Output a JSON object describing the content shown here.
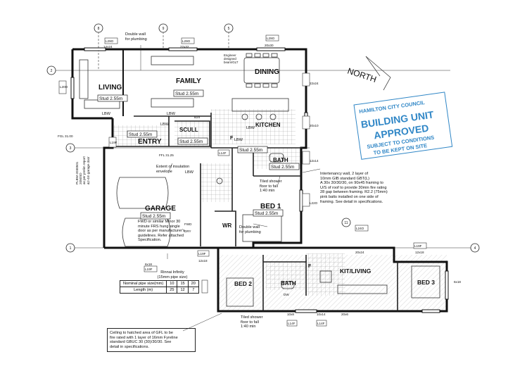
{
  "title": "",
  "compass": {
    "label": "NORTH"
  },
  "stamp": {
    "council": "HAMILTON CITY COUNCIL",
    "line1": "BUILDING UNIT",
    "line2": "APPROVED",
    "cond1": "SUBJECT TO CONDITIONS",
    "cond2": "TO BE KEPT ON SITE"
  },
  "rooms": {
    "living": "LIVING",
    "family": "FAMILY",
    "dining": "DINING",
    "kitchen": "KITCHEN",
    "scull": "SCULL",
    "entry": "ENTRY",
    "garage": "GARAGE",
    "bath_top": "BATH",
    "bed1": "BED 1",
    "wr": "WR",
    "bed2": "BED 2",
    "bath_bottom": "BATH",
    "kit_living": "KIT/LIVING",
    "bed3": "BED 3",
    "f_top": "F",
    "f_bottom": "F"
  },
  "studs": {
    "living": "Stud 2.55m",
    "family": "Stud 2.55m",
    "scull": "Stud 2.55m",
    "entry": "Stud 2.55m",
    "garage": "Stud 2.55m",
    "bath_top": "Stud 2.55m",
    "bed1": "Stud 2.55m",
    "corridor": "Stud 2.55m"
  },
  "labels": {
    "lbw1": "LBW",
    "lbw2": "LBW",
    "lbw3": "LBW",
    "lbw4": "LBW",
    "lbw5": "LBW",
    "lbw6": "LBW",
    "l29o_1": "L29O",
    "l29o_2": "L29O",
    "l29o_3": "L29O",
    "size_14x24": "14x24",
    "size_22x32": "22x32",
    "size_20x30": "20x30",
    "fgl": "FGL 31.00",
    "ffl": "FFL 31.25",
    "b24": "B24",
    "l19f_1": "L19F",
    "l19f_2": "L19F",
    "l19f_3": "L19F",
    "l19f_4": "L19F",
    "l24o": "L24O",
    "size_12x18_a": "12x18",
    "size_12x18_b": "12x18",
    "size_6x18_a": "6x18",
    "size_6x18_b": "6x18",
    "size_10x8": "10x8",
    "size_10x14": "10x14",
    "size_20x24": "20x24",
    "size_20x6": "20x6",
    "l14f_1": "L14F",
    "l14f_2": "L14F",
    "l18f": "L18F",
    "l22o": "L22O",
    "l20o": "L20O",
    "size_20x10": "20x10",
    "size_22x24": "22x24",
    "size_12x14": "12x14",
    "dry": "DRY",
    "fwd": "FWD",
    "dw": "DW",
    "grid_1": "1",
    "grid_2": "2",
    "grid_3": "3",
    "grid_4": "4",
    "grid_5": "5",
    "grid_8": "8",
    "grid_9": "9",
    "grid_11": "11"
  },
  "notes": {
    "double_wall_top": "Double wall\nfor plumbing",
    "engineer": "Engineer designed\nbeam/GLT",
    "insulation": "Extent of insulation\nenvelope",
    "tiled_top": "Tiled shower\nfloor to fall\n1:40 min",
    "double_wall_mid": "Double wall\nfor plumbing",
    "garage_door": "PLBW-2030501\n2050SD\nas per prelim report\n&2-4m garage door",
    "fire_door": "FWD or similar Minor 30\nminute FRS hung single\ndoor as per manufacturer's\nguidelines. Refer attached\nSpecification.",
    "intertenancy": "Intertenancy wall, 2 layer of\n10mm GIB standard GBT(L)\nA 30x 30/30/30, on 90x45 framing to\nU/S of roof to provide 30min fire rating\n28 gap between framing. R2.2 (75mm)\npink batts installed on one side of\nframing. See detail in specifications.",
    "rinnai": "Rinnai Infinity\n(15mm pipe size)",
    "tiled_bottom": "Tiled shower\nfloor to fall\n1:40 min",
    "ceiling": "Ceiling to hatched area of GFL to be\nfire rated with 1 layer of 16mm Fyreline\nstandard GBUC 30 (30)/30/30. See\ndetail in specifications."
  },
  "pipe_table": {
    "row1": [
      "Nominal pipe size(mm)",
      "10",
      "15",
      "20"
    ],
    "row2": [
      "Length (m)",
      "25",
      "12",
      "7"
    ]
  },
  "colors": {
    "stamp": "#2f86c6",
    "line": "#1a1a1a",
    "hatch": "#888888"
  }
}
